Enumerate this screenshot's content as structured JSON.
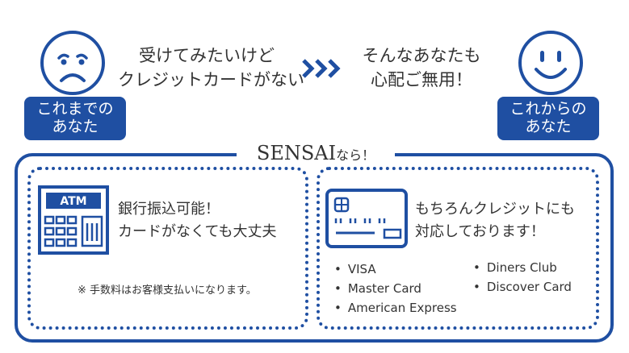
{
  "before": {
    "badge_line1": "これまでの",
    "badge_line2": "あなた",
    "message_line1": "受けてみたいけど",
    "message_line2": "クレジットカードがない"
  },
  "after": {
    "badge_line1": "これからの",
    "badge_line2": "あなた",
    "message_line1": "そんなあなたも",
    "message_line2": "心配ご無用！"
  },
  "section": {
    "title_main": "SENSAI",
    "title_sub": "なら！"
  },
  "bank": {
    "atm_label": "ATM",
    "line1": "銀行振込可能！",
    "line2": "カードがなくても大丈夫",
    "note": "※ 手数料はお客様支払いになります。"
  },
  "credit": {
    "line1": "もちろんクレジットにも",
    "line2": "対応しております！",
    "cards_left": [
      "VISA",
      "Master Card",
      "American Express"
    ],
    "cards_right": [
      "Diners Club",
      "Discover Card"
    ]
  },
  "colors": {
    "accent": "#1f4fa2",
    "text": "#333333"
  }
}
